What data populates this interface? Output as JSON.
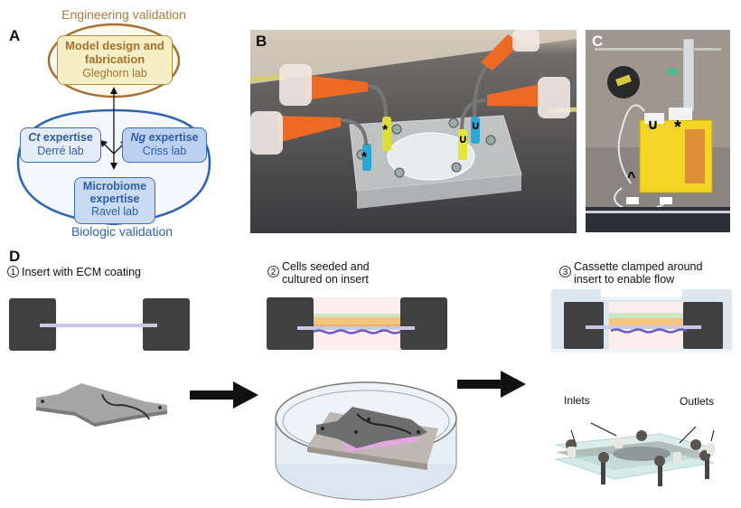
{
  "panel_a": {
    "letter": "A",
    "engineering_title": "Engineering validation",
    "biologic_title": "Biologic validation",
    "top_box": {
      "line1": "Model design and",
      "line2": "fabrication",
      "lab": "Gleghorn lab"
    },
    "ct_box": {
      "italic": "Ct",
      "rest": " expertise",
      "lab": "Derré lab"
    },
    "ng_box": {
      "italic": "Ng",
      "rest": " expertise",
      "lab": "Criss lab"
    },
    "microbiome_box": {
      "line1": "Microbiome",
      "line2": "expertise",
      "lab": "Ravel lab"
    },
    "colors": {
      "engineering": "#b07a3a",
      "biologic": "#2e63b0"
    }
  },
  "panel_b": {
    "letter": "B",
    "description": "Photo of clear acrylic microfluidic cassette with orange needle connectors and tubing",
    "markers": [
      "*",
      "*",
      "∪",
      "∪"
    ]
  },
  "panel_c": {
    "letter": "C",
    "description": "Photo of cassette setup in incubator with yellow tube rack, syringe and reservoirs",
    "markers": [
      "∪",
      "*",
      "^"
    ]
  },
  "panel_d": {
    "letter": "D",
    "steps": [
      {
        "number": "1",
        "line1": "Insert with ECM coating",
        "line2": ""
      },
      {
        "number": "2",
        "line1": "Cells seeded and",
        "line2": "cultured on insert"
      },
      {
        "number": "3",
        "line1": "Cassette clamped around",
        "line2": "insert to enable flow"
      }
    ],
    "callouts": {
      "inlets": "Inlets",
      "outlets": "Outlets"
    }
  }
}
